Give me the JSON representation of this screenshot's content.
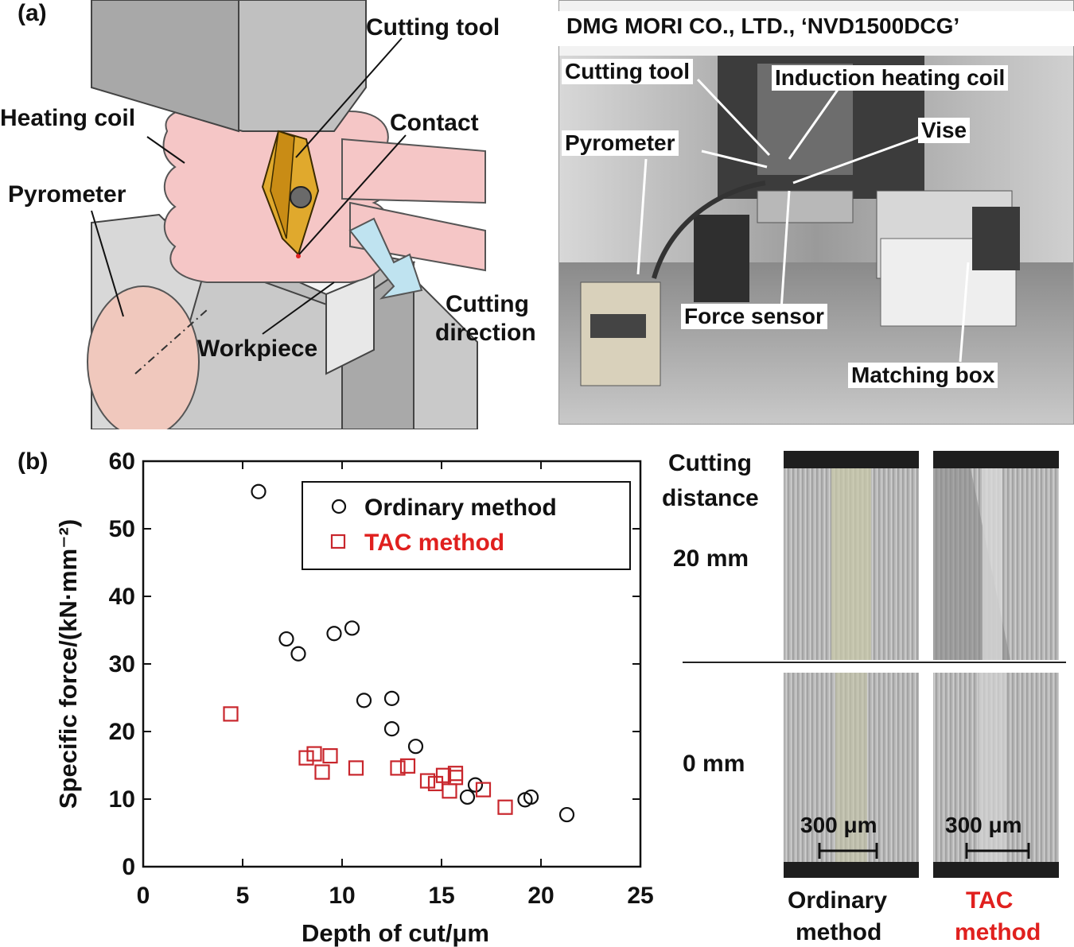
{
  "panel_a": {
    "tag": "(a)",
    "schematic_labels": {
      "cutting_tool": "Cutting tool",
      "heating_coil": "Heating coil",
      "contact": "Contact",
      "pyrometer": "Pyrometer",
      "cutting_direction_1": "Cutting",
      "cutting_direction_2": "direction",
      "workpiece": "Workpiece"
    },
    "photo_labels": {
      "machine": "DMG MORI CO., LTD., ‘NVD1500DCG’",
      "cutting_tool": "Cutting tool",
      "induction_heating_coil": "Induction heating coil",
      "pyrometer": "Pyrometer",
      "vise": "Vise",
      "force_sensor": "Force sensor",
      "matching_box": "Matching box"
    }
  },
  "panel_b": {
    "tag": "(b)",
    "micro": {
      "row_header_1": "Cutting",
      "row_header_2": "distance",
      "row_top": "20 mm",
      "row_bottom": "0 mm",
      "scale_left": "300 μm",
      "scale_right": "300 μm",
      "col_left_1": "Ordinary",
      "col_left_2": "method",
      "col_right_1": "TAC",
      "col_right_2": "method",
      "tac_color": "#e0201e"
    }
  },
  "chart_data": {
    "type": "scatter",
    "xlabel": "Depth of cut/μm",
    "ylabel": "Specific force/(kN·mm⁻²)",
    "xlim": [
      0,
      25
    ],
    "ylim": [
      0,
      60
    ],
    "x_ticks": [
      "0",
      "5",
      "10",
      "15",
      "20",
      "25"
    ],
    "y_ticks": [
      "0",
      "10",
      "20",
      "30",
      "40",
      "50",
      "60"
    ],
    "grid": false,
    "legend_position": "top-right",
    "series": [
      {
        "name": "Ordinary method",
        "marker": "circle",
        "color": "#111111",
        "points": [
          [
            5.8,
            55.5
          ],
          [
            7.2,
            33.7
          ],
          [
            7.8,
            31.5
          ],
          [
            9.6,
            34.5
          ],
          [
            10.5,
            35.3
          ],
          [
            11.1,
            24.6
          ],
          [
            12.5,
            24.9
          ],
          [
            12.5,
            20.4
          ],
          [
            13.7,
            17.8
          ],
          [
            16.3,
            10.3
          ],
          [
            16.7,
            12.1
          ],
          [
            19.2,
            9.9
          ],
          [
            19.5,
            10.3
          ],
          [
            21.3,
            7.7
          ]
        ]
      },
      {
        "name": "TAC method",
        "marker": "square",
        "color": "#c8262c",
        "points": [
          [
            4.4,
            22.6
          ],
          [
            8.2,
            16.1
          ],
          [
            8.6,
            16.7
          ],
          [
            9.0,
            14.0
          ],
          [
            9.4,
            16.4
          ],
          [
            10.7,
            14.6
          ],
          [
            12.8,
            14.6
          ],
          [
            13.3,
            14.9
          ],
          [
            14.3,
            12.7
          ],
          [
            14.7,
            12.3
          ],
          [
            15.1,
            13.5
          ],
          [
            15.4,
            11.2
          ],
          [
            15.7,
            13.8
          ],
          [
            15.7,
            13.2
          ],
          [
            17.1,
            11.4
          ],
          [
            18.2,
            8.8
          ]
        ]
      }
    ]
  }
}
